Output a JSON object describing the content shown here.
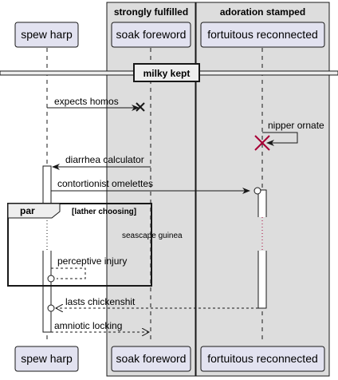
{
  "colors": {
    "box_fill": "#DDDDDD",
    "participant_fill": "#E2E2F0",
    "participant_border": "#181818",
    "line": "#181818",
    "destroy": "#A80036"
  },
  "boxes": {
    "strongly": "strongly fulfilled",
    "adoration": "adoration stamped"
  },
  "participants": {
    "spew": "spew harp",
    "soak": "soak foreword",
    "fortuitous": "fortuitous reconnected"
  },
  "divider": "milky kept",
  "messages": {
    "m1": "expects homos",
    "m2": "nipper ornate",
    "m3": "diarrhea calculator",
    "m4": "contortionist omelettes",
    "m5": "perceptive injury",
    "m6": "lasts chickenshit",
    "m7": "amniotic locking"
  },
  "par": {
    "keyword": "par",
    "condition": "[lather choosing]",
    "note": "seascape guinea"
  }
}
